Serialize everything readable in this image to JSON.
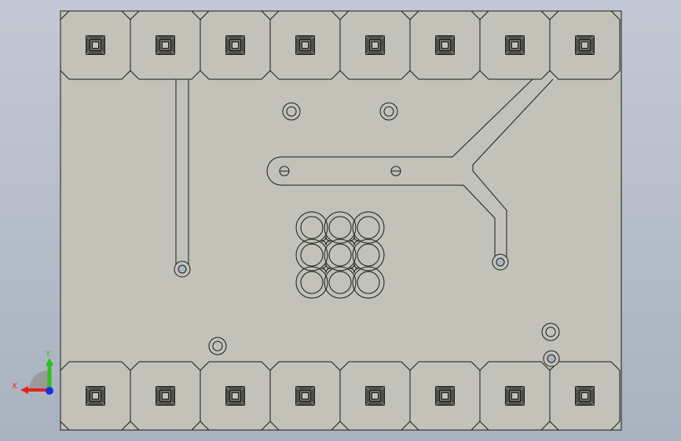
{
  "viewport": {
    "background_top": "#c3c9d4",
    "background_bottom": "#a9b2c0"
  },
  "model": {
    "face_color": "#c2c2b8",
    "edge_color": "#1a1a1a",
    "pad_inner_color": "#505046",
    "hole_fill_color": "#aab4c8",
    "top_pad_count": 8,
    "bottom_pad_count": 8,
    "grid_holes": 9
  },
  "triad": {
    "x_label": "X",
    "y_label": "Y",
    "x_color": "#e8211a",
    "y_color": "#2bc21d",
    "z_color": "#1a2fe0",
    "icon": "view-triad-icon"
  }
}
